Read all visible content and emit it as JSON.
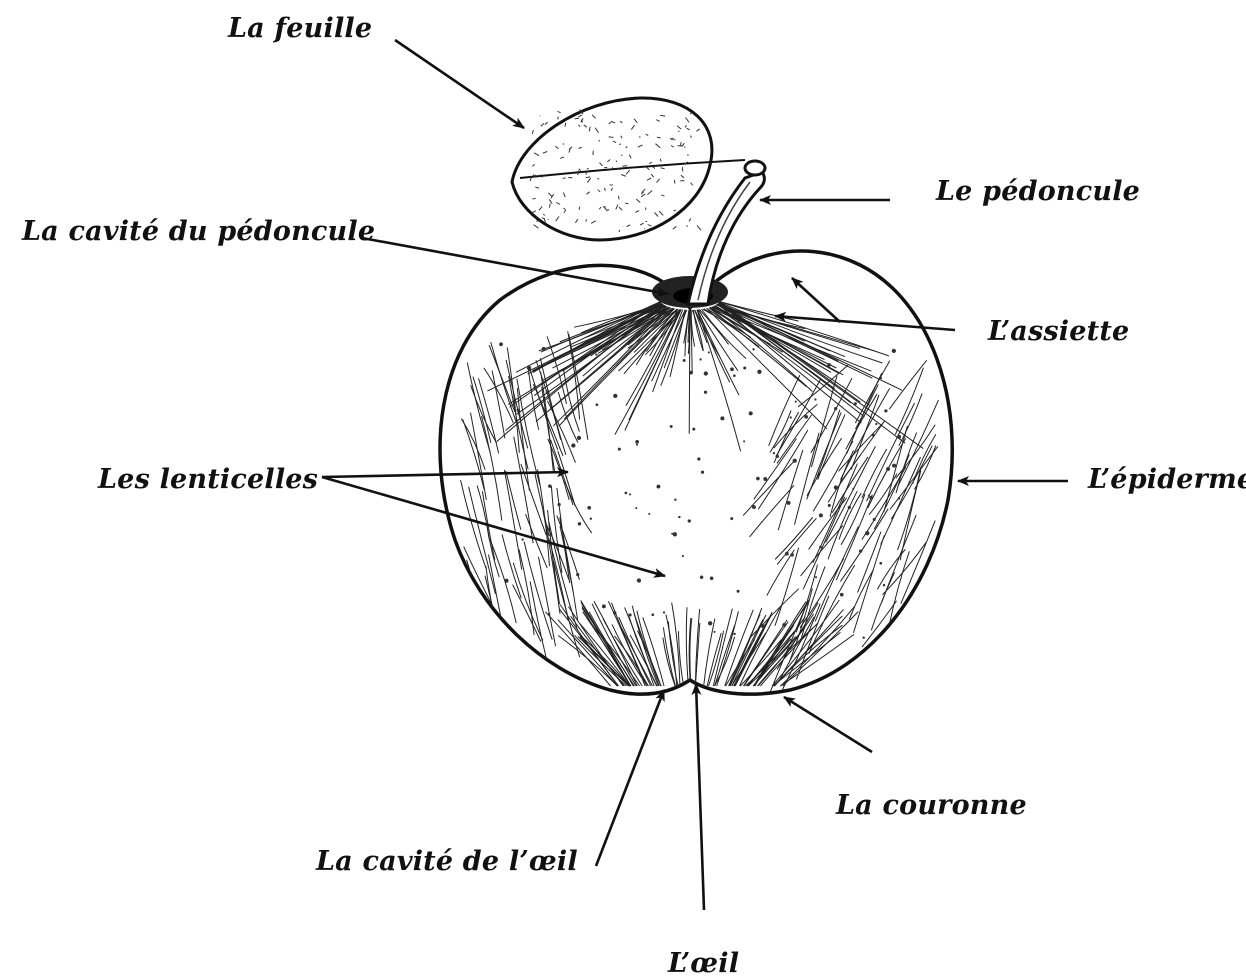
{
  "diagram": {
    "subject": "apple",
    "colors": {
      "ink": "#111111",
      "background": "#ffffff"
    },
    "labels": {
      "leaf": "La feuille",
      "stalk": "Le pédoncule",
      "stalk_cavity": "La cavité du pédoncule",
      "shoulder": "L’assiette",
      "lenticels": "Les lenticelles",
      "skin": "L’épiderme",
      "crown": "La couronne",
      "eye_cavity": "La cavité de l’œil",
      "eye": "L’œil"
    }
  }
}
